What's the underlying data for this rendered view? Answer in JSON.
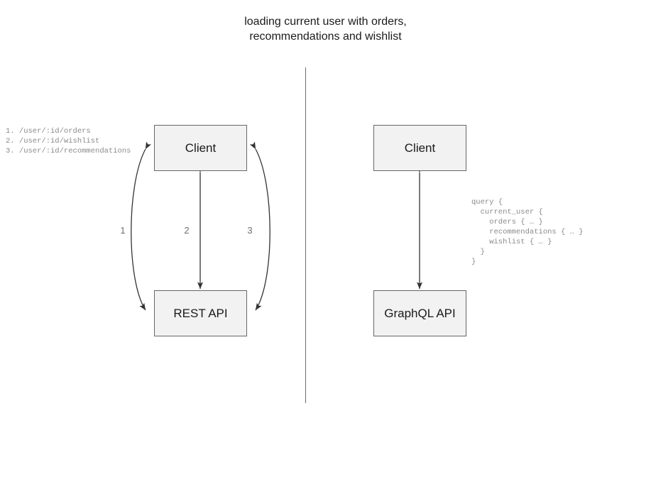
{
  "title": "loading current user with orders,\nrecommendations and wishlist",
  "colors": {
    "background": "#ffffff",
    "node_fill": "#f2f2f2",
    "node_border": "#666666",
    "divider": "#6b6b6b",
    "arrow": "#333333",
    "code_text": "#8a8a8a",
    "label_text": "#6f6f6f",
    "title_text": "#1a1a1a"
  },
  "divider": {
    "name": "vertical-separator"
  },
  "rest_panel": {
    "client_node": "Client",
    "api_node": "REST API",
    "endpoints": "1. /user/:id/orders\n2. /user/:id/wishlist\n3. /user/:id/recommendations",
    "arc_labels": [
      "1",
      "2",
      "3"
    ]
  },
  "graphql_panel": {
    "client_node": "Client",
    "api_node": "GraphQL API",
    "query": "query {\n  current_user {\n    orders { … }\n    recommendations { … }\n    wishlist { … }\n  }\n}"
  }
}
